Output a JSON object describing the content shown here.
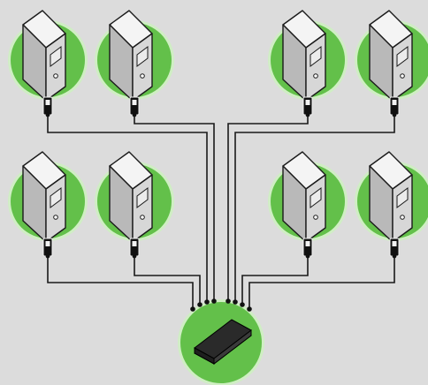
{
  "diagram": {
    "background": "#dcdcdc",
    "colors": {
      "node_halo": "#63c04a",
      "node_halo_edge": "#cfeec3",
      "server_face": "#d7d7d7",
      "server_top": "#f4f4f4",
      "server_side": "#b9b9b9",
      "server_outline": "#1a1a1a",
      "wire": "#1a1a1a",
      "hub_body": "#2a2a2a"
    },
    "servers": [
      {
        "id": "server-1",
        "icon": "tower-server-icon",
        "port_icon": "network-port-icon"
      },
      {
        "id": "server-2",
        "icon": "tower-server-icon",
        "port_icon": "network-port-icon"
      },
      {
        "id": "server-3",
        "icon": "tower-server-icon",
        "port_icon": "network-port-icon"
      },
      {
        "id": "server-4",
        "icon": "tower-server-icon",
        "port_icon": "network-port-icon"
      },
      {
        "id": "server-5",
        "icon": "tower-server-icon",
        "port_icon": "network-port-icon"
      },
      {
        "id": "server-6",
        "icon": "tower-server-icon",
        "port_icon": "network-port-icon"
      },
      {
        "id": "server-7",
        "icon": "tower-server-icon",
        "port_icon": "network-port-icon"
      },
      {
        "id": "server-8",
        "icon": "tower-server-icon",
        "port_icon": "network-port-icon"
      }
    ],
    "hub": {
      "id": "network-switch",
      "icon": "network-switch-icon",
      "port_count": 8
    },
    "links": [
      {
        "from": "server-1",
        "to": "network-switch",
        "hub_port": 3
      },
      {
        "from": "server-2",
        "to": "network-switch",
        "hub_port": 4
      },
      {
        "from": "server-3",
        "to": "network-switch",
        "hub_port": 5
      },
      {
        "from": "server-4",
        "to": "network-switch",
        "hub_port": 6
      },
      {
        "from": "server-5",
        "to": "network-switch",
        "hub_port": 1
      },
      {
        "from": "server-6",
        "to": "network-switch",
        "hub_port": 2
      },
      {
        "from": "server-7",
        "to": "network-switch",
        "hub_port": 7
      },
      {
        "from": "server-8",
        "to": "network-switch",
        "hub_port": 8
      }
    ]
  }
}
